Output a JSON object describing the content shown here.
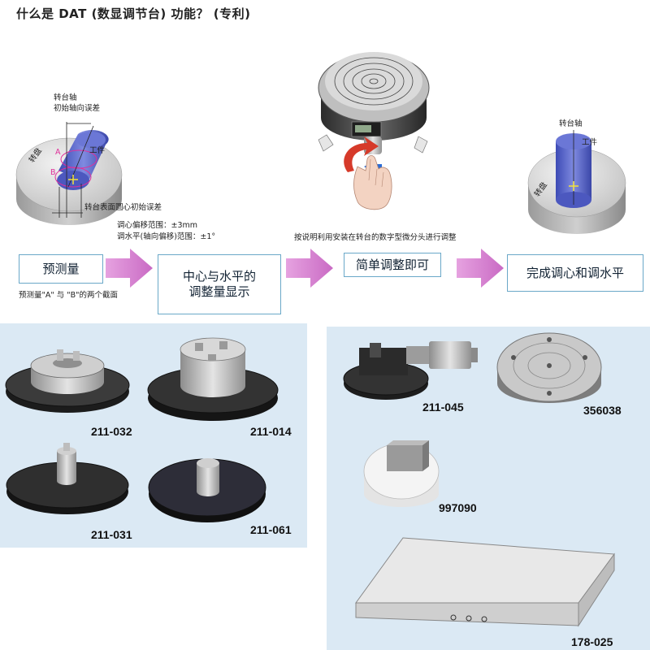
{
  "title": "什么是 DAT (数显调节台) 功能？ (专利)",
  "diagram1": {
    "axis_label_line1": "转台轴",
    "axis_label_line2": "初始轴向误差",
    "label_a": "A",
    "label_b": "B",
    "workpiece": "工件",
    "turntable": "转盘",
    "surface_error": "转台表面圆心初始误差"
  },
  "diagram2": {
    "axis_label": "转台轴",
    "workpiece": "工件",
    "turntable": "转盘"
  },
  "ranges": {
    "line1": "调心偏移范围：±3mm",
    "line2": "调水平(轴向偏移)范围：±1°"
  },
  "instruction": "按说明利用安装在转台的数字型微分头进行调整",
  "steps": [
    {
      "label": "预测量"
    },
    {
      "label_line1": "中心与水平的",
      "label_line2": "调整量显示"
    },
    {
      "label": "简单调整即可"
    },
    {
      "label": "完成调心和调水平"
    }
  ],
  "step1_note": "预测量\"A\" 与 \"B\"的两个截面",
  "products_left": [
    "211-032",
    "211-014",
    "211-031",
    "211-061"
  ],
  "products_right": [
    "211-045",
    "356038",
    "997090",
    "178-025"
  ],
  "colors": {
    "panel": "#dbe9f4",
    "box_border": "#6aa8c8",
    "workpiece": "#5a68c8",
    "arrow": "#d77ad0",
    "marker": "#e0309a"
  }
}
